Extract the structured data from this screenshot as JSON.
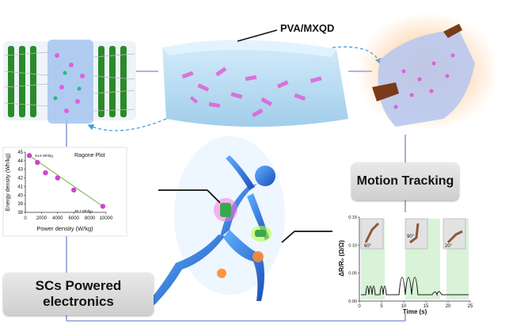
{
  "title": "PVA/MXQD",
  "boxes": {
    "motion_tracking": "Motion Tracking",
    "scs_line1": "SCs Powered",
    "scs_line2": "electronics"
  },
  "ragone_chart": {
    "type": "scatter",
    "title": "Ragone Plot",
    "xlabel": "Power density (W/kg)",
    "ylabel": "Energy density (Wh/kg)",
    "xlim": [
      0,
      10000
    ],
    "ylim": [
      38,
      45
    ],
    "xticks": [
      "0",
      "2000",
      "4000",
      "6000",
      "8000",
      "10000"
    ],
    "yticks": [
      "38",
      "39",
      "40",
      "41",
      "42",
      "43",
      "44",
      "45"
    ],
    "points": [
      {
        "x": 500,
        "y": 44.6
      },
      {
        "x": 1500,
        "y": 43.8
      },
      {
        "x": 2500,
        "y": 42.6
      },
      {
        "x": 4000,
        "y": 42.0
      },
      {
        "x": 6000,
        "y": 40.6
      },
      {
        "x": 9600,
        "y": 38.7
      }
    ],
    "annotations": [
      {
        "text": "44.6 Wh/kg",
        "color": "#8bbf2a"
      },
      {
        "text": "38.7 Wh/kg",
        "color": "#8bbf2a"
      }
    ],
    "marker_color": "#cc44cc",
    "fit_color": "#6aa832"
  },
  "signal_chart": {
    "type": "line",
    "xlabel": "Time (s)",
    "ylabel": "ΔR/R₀ (Ω/Ω)",
    "xlim": [
      0,
      25
    ],
    "ylim": [
      0,
      0.15
    ],
    "xticks": [
      "0",
      "5",
      "10",
      "15",
      "20",
      "25"
    ],
    "yticks": [
      "0.00",
      "0.05",
      "0.10",
      "0.15"
    ],
    "angles": [
      "60°",
      "90°",
      "20°"
    ],
    "highlight_color": "#8fdc8f"
  },
  "colors": {
    "arrow_dashed": "#3ea0dc",
    "connector": "#8f9bd6",
    "gel": "#b8dcf2",
    "mxqd": "#e060d8"
  }
}
